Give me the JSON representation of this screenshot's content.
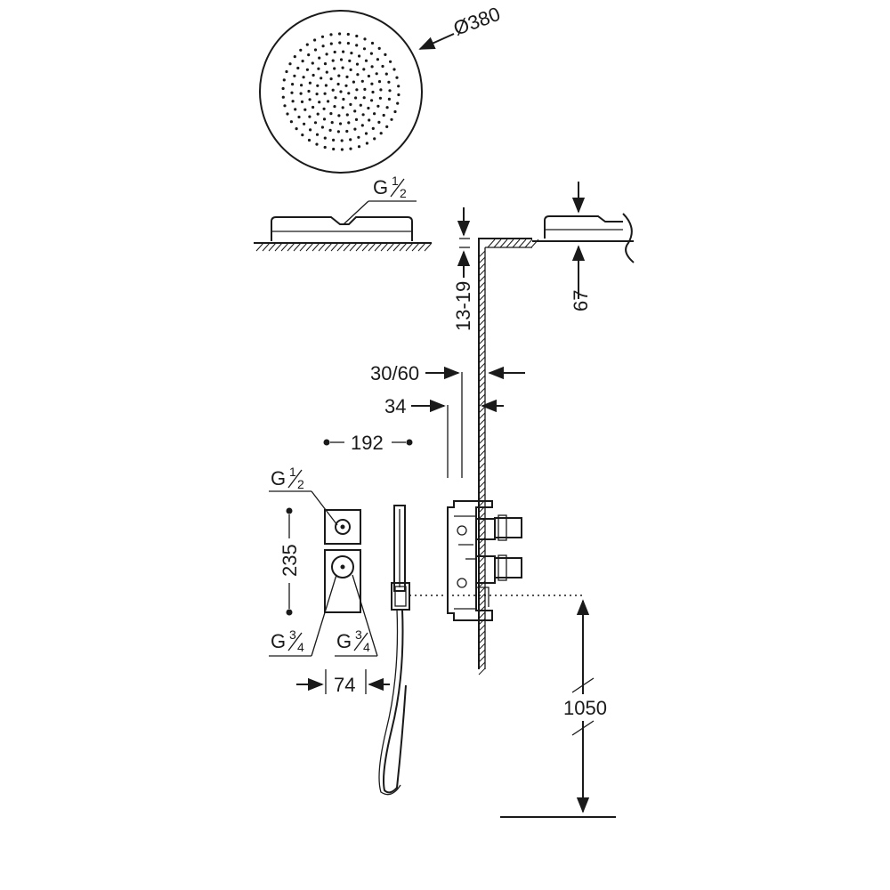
{
  "dimensions": {
    "shower_head_diameter": "Ø380",
    "ceiling_thickness": "13-19",
    "head_height": "67",
    "wall_depth_range": "30/60",
    "wall_depth_min": "34",
    "spacing_192": "192",
    "valve_spacing_235": "235",
    "handset_spacing_74": "74",
    "floor_height": "1050"
  },
  "threads": {
    "head_inlet": {
      "g": "G",
      "num": "1",
      "den": "2"
    },
    "outlet_top": {
      "g": "G",
      "num": "1",
      "den": "2"
    },
    "inlet_left": {
      "g": "G",
      "num": "3",
      "den": "4"
    },
    "inlet_right": {
      "g": "G",
      "num": "3",
      "den": "4"
    }
  },
  "colors": {
    "line": "#1a1a1a",
    "background": "#ffffff"
  }
}
